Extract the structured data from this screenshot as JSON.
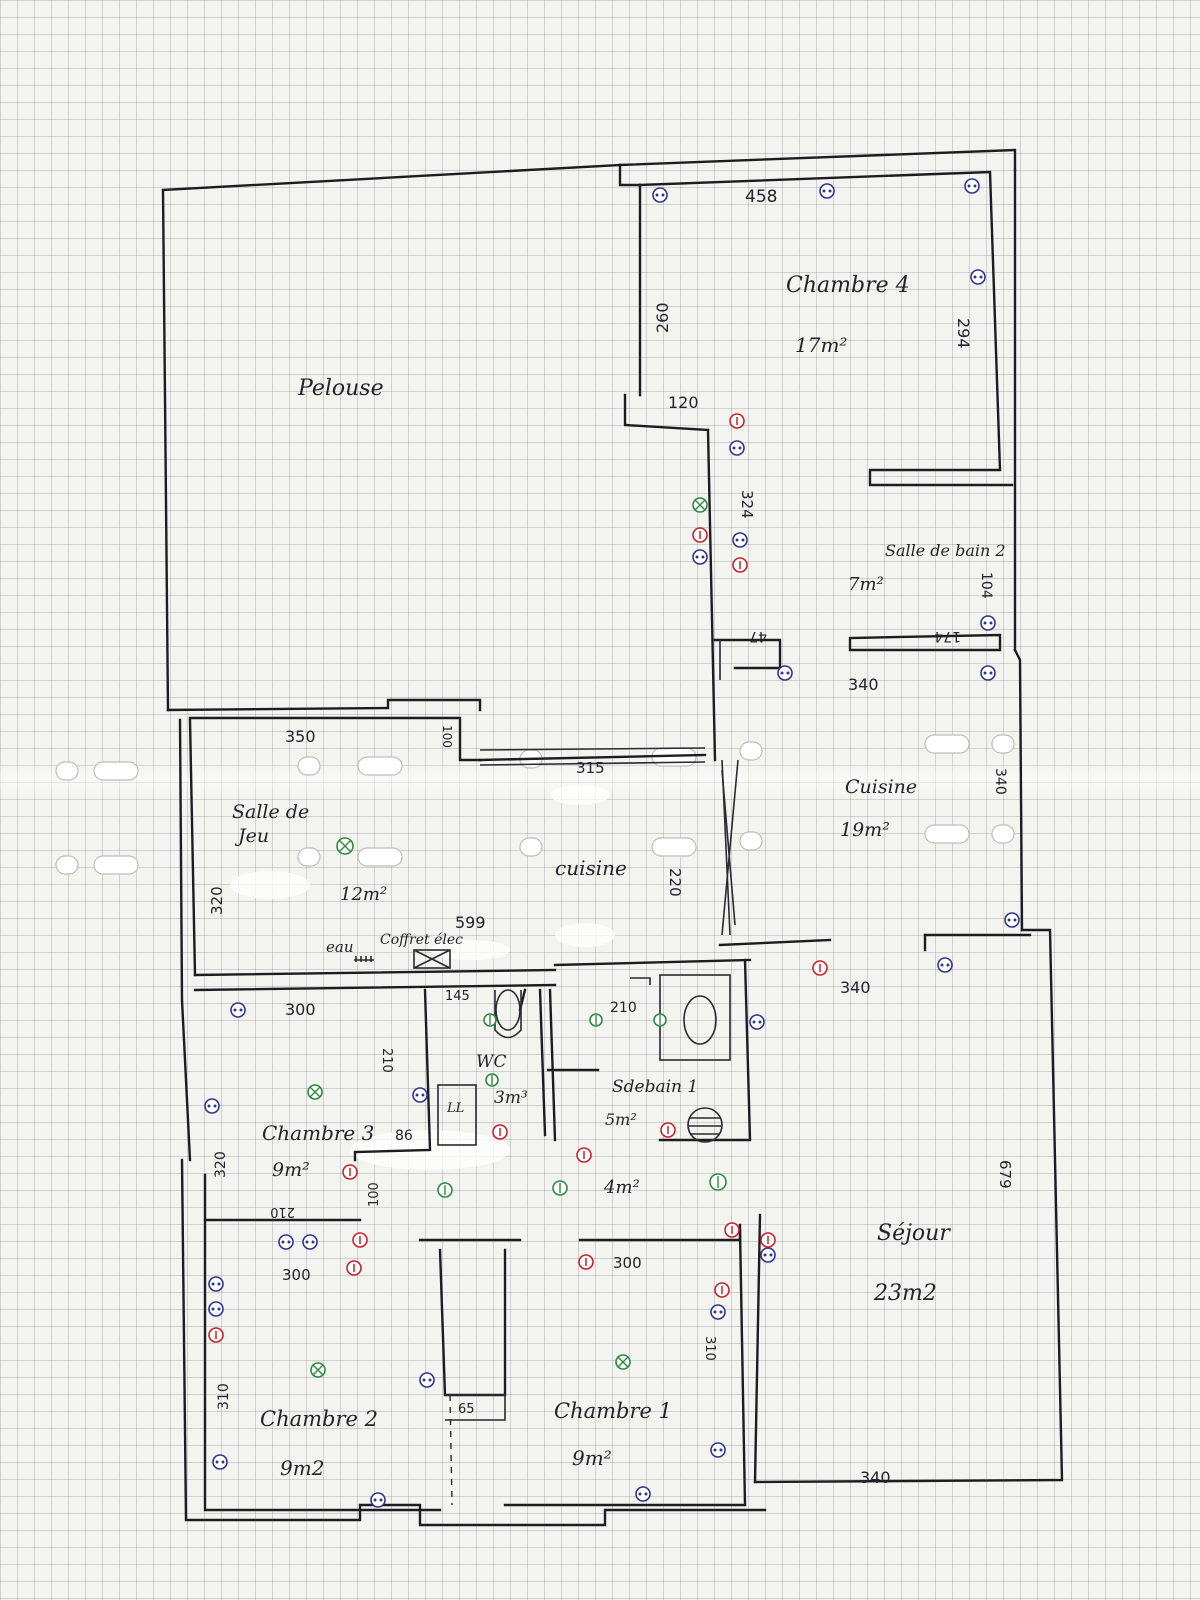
{
  "rooms": {
    "pelouse": "Pelouse",
    "chambre4": "Chambre 4",
    "chambre4_area": "17m²",
    "sdb2": "Salle de bain 2",
    "sdb2_area": "7m²",
    "cuisine_right": "Cuisine",
    "cuisine_right_area": "19m²",
    "salle_jeu_1": "Salle de",
    "salle_jeu_2": "Jeu",
    "salle_jeu_area": "12m²",
    "cuisine_mid": "cuisine",
    "eau": "eau",
    "coffret": "Coffret élec",
    "wc": "WC",
    "wc_area": "3m³",
    "ll": "LL",
    "sdb1": "Sdebain 1",
    "sdb1_area": "5m²",
    "chambre3": "Chambre 3",
    "chambre3_area": "9m²",
    "hall_area": "4m²",
    "chambre2": "Chambre 2",
    "chambre2_area": "9m2",
    "chambre1": "Chambre 1",
    "chambre1_area": "9m²",
    "sejour": "Séjour",
    "sejour_area": "23m2"
  },
  "dimensions": {
    "c4_top": "458",
    "c4_left": "260",
    "c4_right": "294",
    "hall_top": "120",
    "corridor": "324",
    "sdb2_right": "104",
    "sdb2_inner": "174",
    "small_47": "47",
    "c4_bottom": "340",
    "sj_top": "350",
    "sj_small": "100",
    "cuisine_315": "315",
    "cuisine_right_h": "340",
    "cuisine_220": "220",
    "sj_left": "320",
    "len_599": "599",
    "sdb_340": "340",
    "c3_top": "300",
    "wc_145": "145",
    "sdb1_210": "210",
    "c3_inner": "210",
    "ll_86": "86",
    "c3_left": "320",
    "hall_100": "100",
    "c2_210": "210",
    "c2_top": "300",
    "c1_top": "300",
    "c1_right": "310",
    "c2_left": "310",
    "d_65": "65",
    "sejour_right": "679",
    "sejour_bottom": "340"
  },
  "legend_colors": {
    "socket": "#2e3590",
    "switch": "#c8222a",
    "light": "#2e8a3e",
    "ink": "#1c1c22"
  }
}
